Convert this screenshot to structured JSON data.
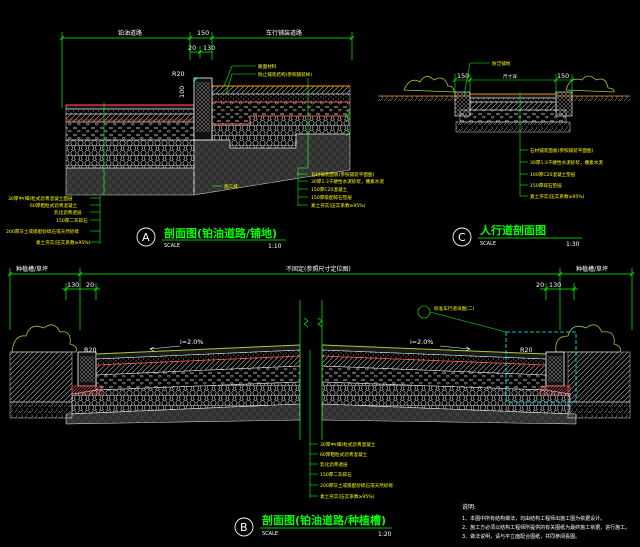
{
  "colors": {
    "background": "#000000",
    "dim": "#00ff00",
    "leader": "#00ff00",
    "text": "#ffffff",
    "label": "#ffff00",
    "curb": "#ff3b3b",
    "hatch": "#c8c8c8",
    "cyan": "#00ffff",
    "plant": "#9acd32",
    "orange": "#ff9900"
  },
  "sectionA": {
    "dim_top": [
      "铂油道路",
      "150",
      "车行铺装道路"
    ],
    "dim_sub": [
      "20",
      "130"
    ],
    "radius": "R20",
    "height": "100",
    "top_labels": [
      "路面材料",
      "防止铺装结构(参照铺装样)"
    ],
    "left_label": "施工缝",
    "left_layers": [
      "30厚中(细)粒式沥青混凝土面层",
      "60厚粗粒式沥青混凝土",
      "乳化沥青透层",
      "150厚二灰碎石",
      "200厚灰土或级配砂砾石或天然砂砾",
      "素土夯实(压实系数≥95%)"
    ],
    "right_layers": [
      "石材铺装面板(参照铺装平面图)",
      "30厚1:3干硬性水泥砂浆，撒素水泥",
      "150厚C20混凝土",
      "150厚级配碎石垫层",
      "素土夯实(压实系数≥95%)"
    ],
    "marker": "A",
    "title": "剖面图(铂油道路/铺地)",
    "scale_word": "SCALE",
    "scale": "1:10"
  },
  "sectionC": {
    "top_label": "防泛铺地",
    "dims": [
      "150",
      "尺寸详",
      "150"
    ],
    "layers": [
      "石材铺装面板(参照铺装平面图)",
      "30厚1:3干硬性水泥砂浆，撒素水泥",
      "100厚C20混凝土垫层",
      "150厚碎石垫层",
      "素土夯实(压实系数≥95%)"
    ],
    "marker": "C",
    "title": "人行道剖面图",
    "scale_word": "SCALE",
    "scale": "1:30"
  },
  "sectionB": {
    "dim_left": "种植槽/草坪",
    "dim_mid": "不固定(参照尺寸定位图)",
    "dim_right": "种植槽/草坪",
    "sub_left": [
      "130",
      "20"
    ],
    "sub_right": [
      "20",
      "130"
    ],
    "radius_left": "R20",
    "radius_right": "R20",
    "slope_left": "i=2.0%",
    "slope_right": "i=2.0%",
    "callout": "标准车行道详图(二)",
    "layers": [
      "30厚中(细)粒式沥青混凝土",
      "60厚粗粒式沥青混凝土",
      "乳化沥青透层",
      "150厚二灰碎石",
      "200厚灰土或级配砂砾石或天然砂砾",
      "素土夯实(压实系数≥95%)"
    ],
    "marker": "B",
    "title": "剖面图(铂油道路/种植槽)",
    "scale_word": "SCALE",
    "scale": "1:20"
  },
  "notes": {
    "heading": "说明:",
    "lines": [
      "1、本图中所有结构做法，均由结构工程师出施工图为依据设计。",
      "2、施工方必须以结构工程师所提供的有关图纸为最终施工依据，进行施工。",
      "3、做法说明，请与平立面配合图纸，共同参阅看图。"
    ]
  }
}
